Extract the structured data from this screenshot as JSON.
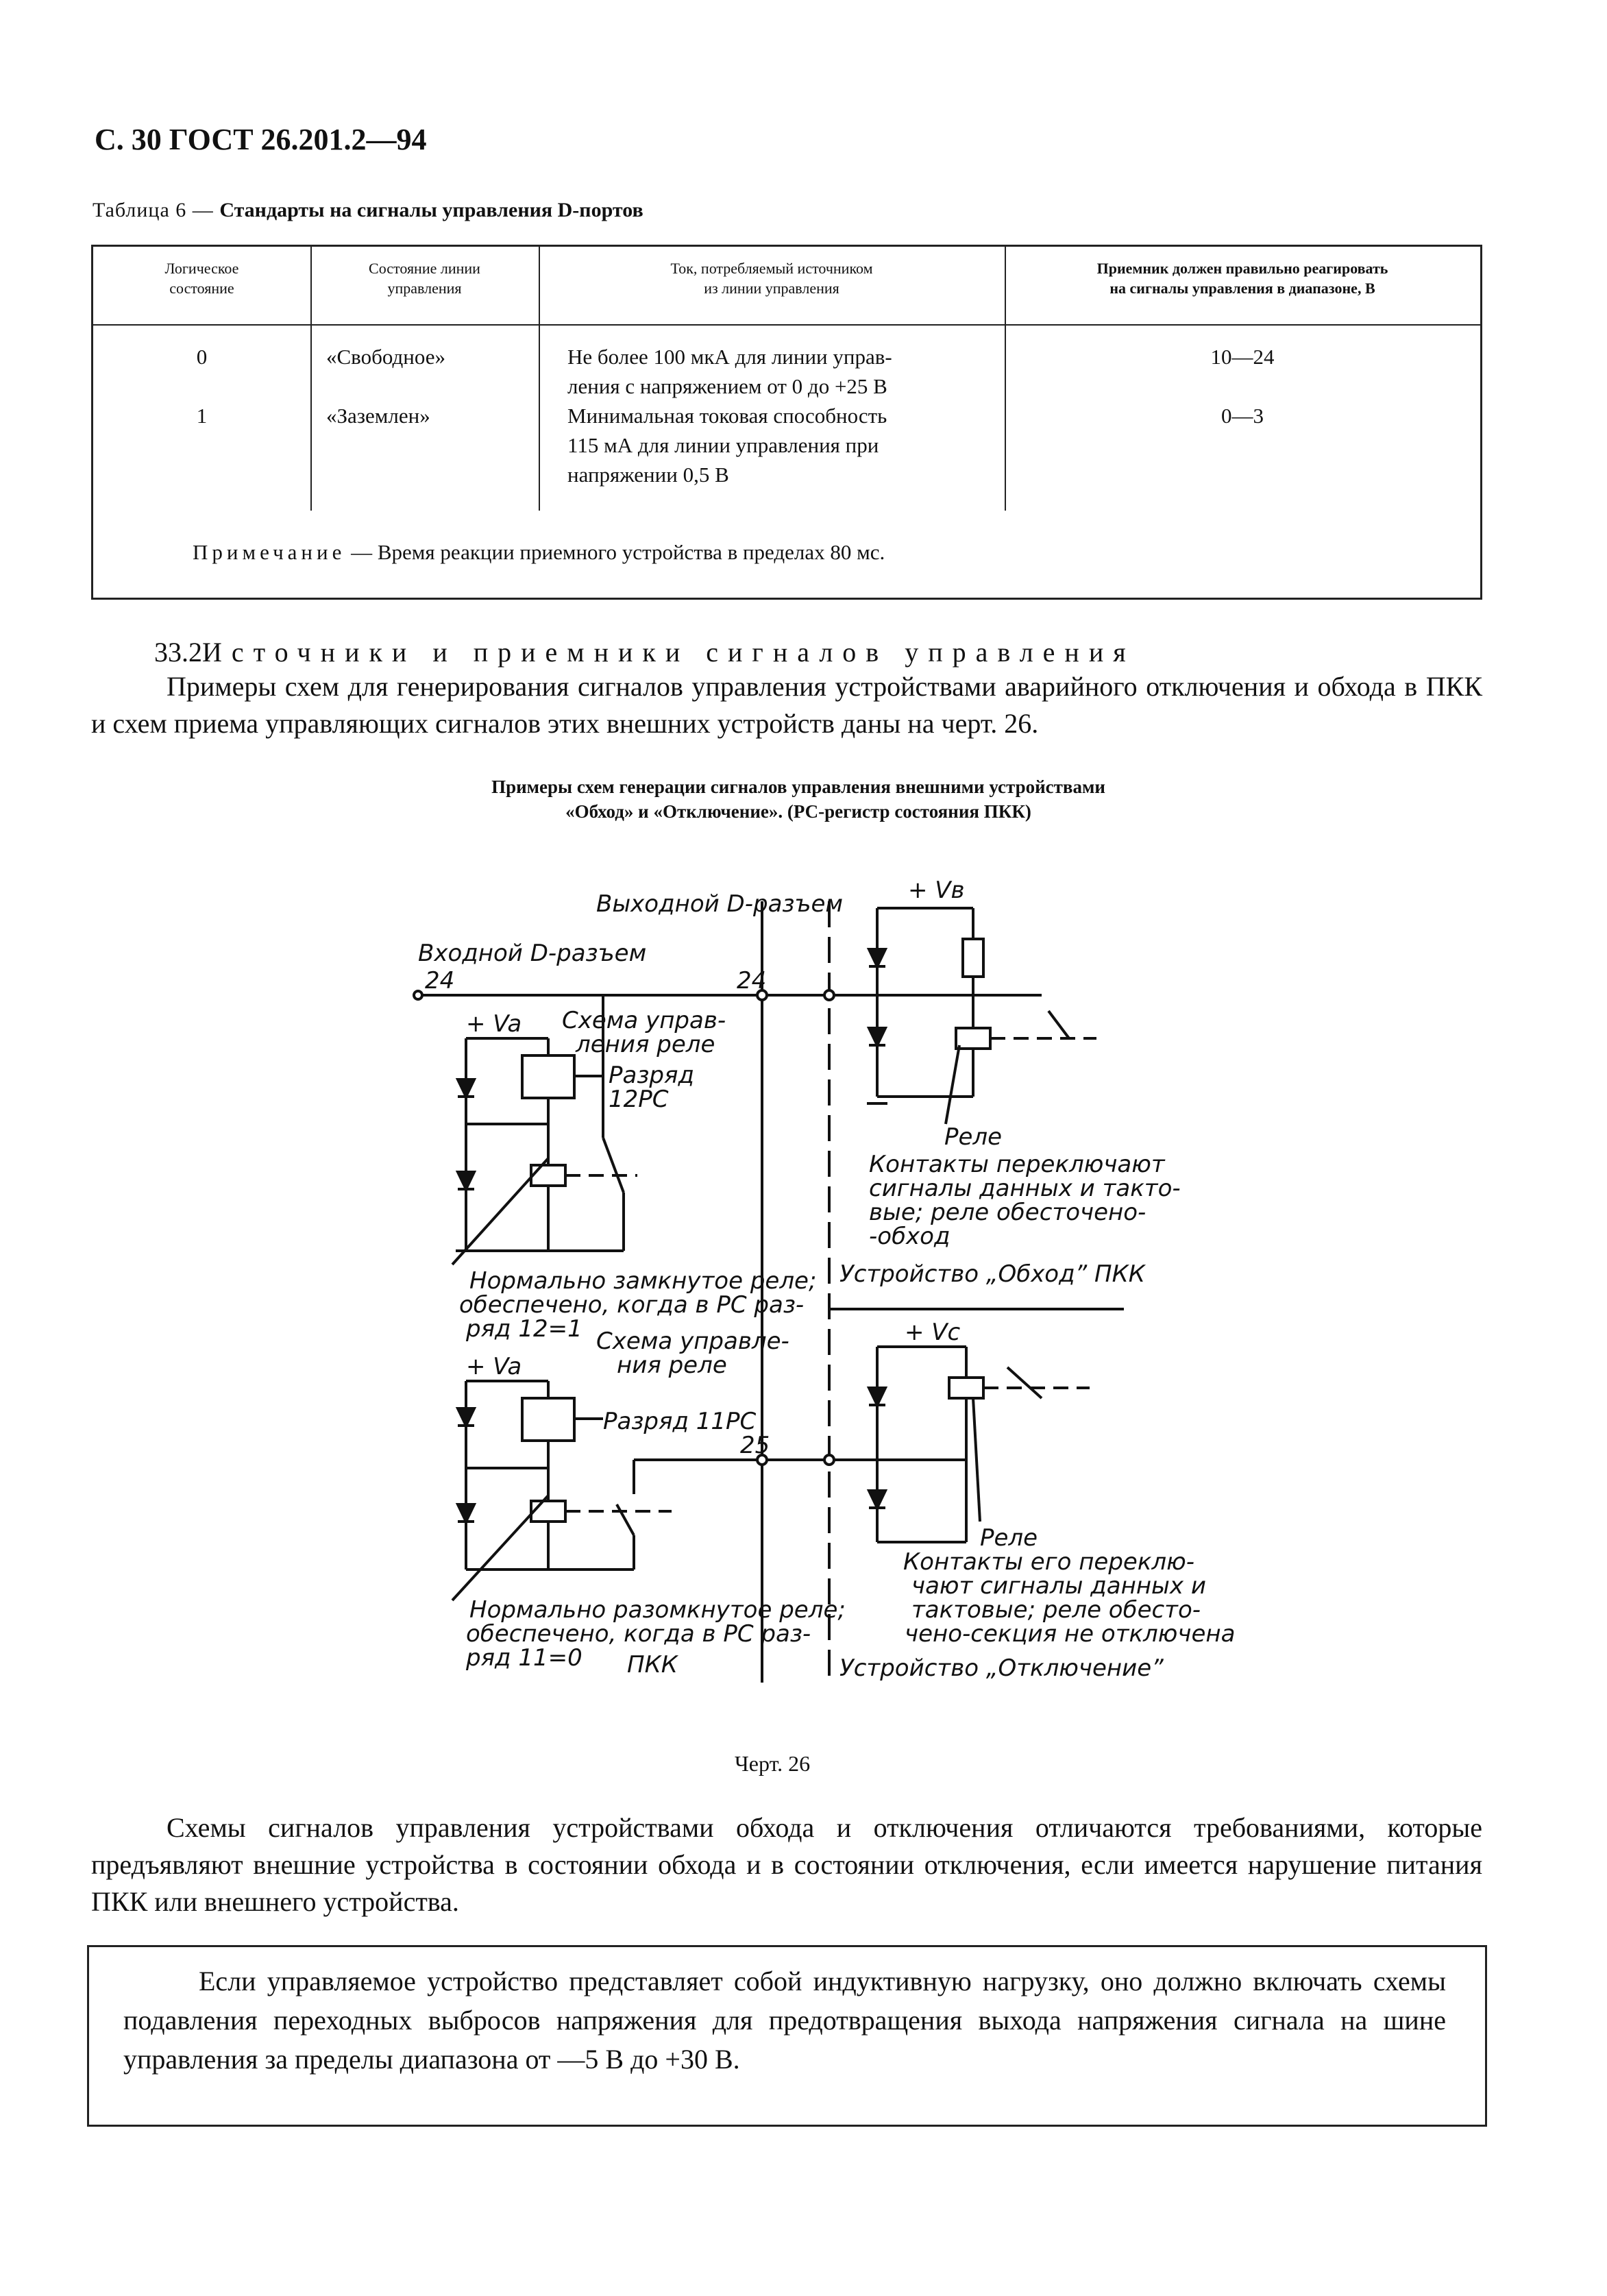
{
  "header": {
    "page_ref": "С. 30 ГОСТ 26.201.2—94"
  },
  "table": {
    "caption_prefix": "Таблица 6 — ",
    "caption_title": "Стандарты на сигналы управления D-портов",
    "headers": [
      "Логическое\nсостояние",
      "Состояние линии\nуправления",
      "Ток, потребляемый источником\nиз линии управления",
      "Приемник должен правильно реагировать\nна сигналы управления в диапазоне, В"
    ],
    "rows": [
      {
        "logic": "0",
        "state": "«Свободное»",
        "current": "Не более 100 мкА для линии управ-\nления с напряжением от 0 до +25 В",
        "range": "10—24"
      },
      {
        "logic": "1",
        "state": "«Заземлен»",
        "current": "Минимальная токовая способность\n115 мА для линии управления при\nнапряжении 0,5 В",
        "range": "0—3"
      }
    ],
    "note_label": "Примечание",
    "note_text": " — Время реакции приемного устройства в пределах 80 мс."
  },
  "section": {
    "number": "33.2",
    "heading": "Источники и приемники сигналов управления",
    "intro": "Примеры схем для генерирования сигналов управления устройствами аварийного отключения и обхода в ПКК и схем приема управляющих сигналов этих внешних устройств даны на черт. 26."
  },
  "figure": {
    "title_line1": "Примеры схем генерации сигналов управления внешними устройствами",
    "title_line2": "«Обход» и «Отключение». (РС-регистр состояния ПКК)",
    "labels": {
      "output_connector": "Выходной D-разъем",
      "input_connector": "Входной D-разъем",
      "pin_24_in": "24",
      "pin_24_out": "24",
      "pin_25": "25",
      "va_top": "+ Va",
      "va_bottom": "+ Va",
      "vb": "+ Vв",
      "vc": "+ Vc",
      "control_circuit_1a": "Схема управ-",
      "control_circuit_1b": "ления реле",
      "bit_12a": "Разряд",
      "bit_12b": "12РС",
      "nc_relay_1": "Нормально замкнутое реле;",
      "nc_relay_2": "обеспечено, когда в РС раз-",
      "nc_relay_3": "ряд 12=1",
      "control_circuit_2a": "Схема управле-",
      "control_circuit_2b": "ния реле",
      "bit_11": "Разряд 11РС",
      "no_relay_1": "Нормально разомкнутое реле;",
      "no_relay_2": "обеспечено, когда в РС раз-",
      "no_relay_3": "ряд 11=0",
      "pkk": "ПКК",
      "relay_top": "Реле",
      "bypass_contacts_1": "Контакты переключают",
      "bypass_contacts_2": "сигналы данных и такто-",
      "bypass_contacts_3": "вые; реле обесточено-",
      "bypass_contacts_4": "-обход",
      "bypass_device": "Устройство „Обход” ПКК",
      "relay_bottom": "Реле",
      "disconnect_contacts_1": "Контакты его переклю-",
      "disconnect_contacts_2": "чают сигналы данных и",
      "disconnect_contacts_3": "тактовые; реле обесто-",
      "disconnect_contacts_4": "чено-секция не отключена",
      "disconnect_device": "Устройство „Отключение”"
    },
    "caption": "Черт. 26"
  },
  "body_paragraph": "Схемы сигналов управления устройствами обхода и отключения отличаются требованиями, которые предъявляют внешние устройства в состоянии обхода и в состоянии отключения, если имеется нарушение питания ПКК или внешнего устройства.",
  "boxed_note": "Если управляемое устройство представляет собой индуктивную нагрузку, оно должно включать схемы подавления переходных выбросов напряжения для предотвращения выхода напряжения сигнала на шине управления за пределы диапазона от —5 В до +30 В."
}
